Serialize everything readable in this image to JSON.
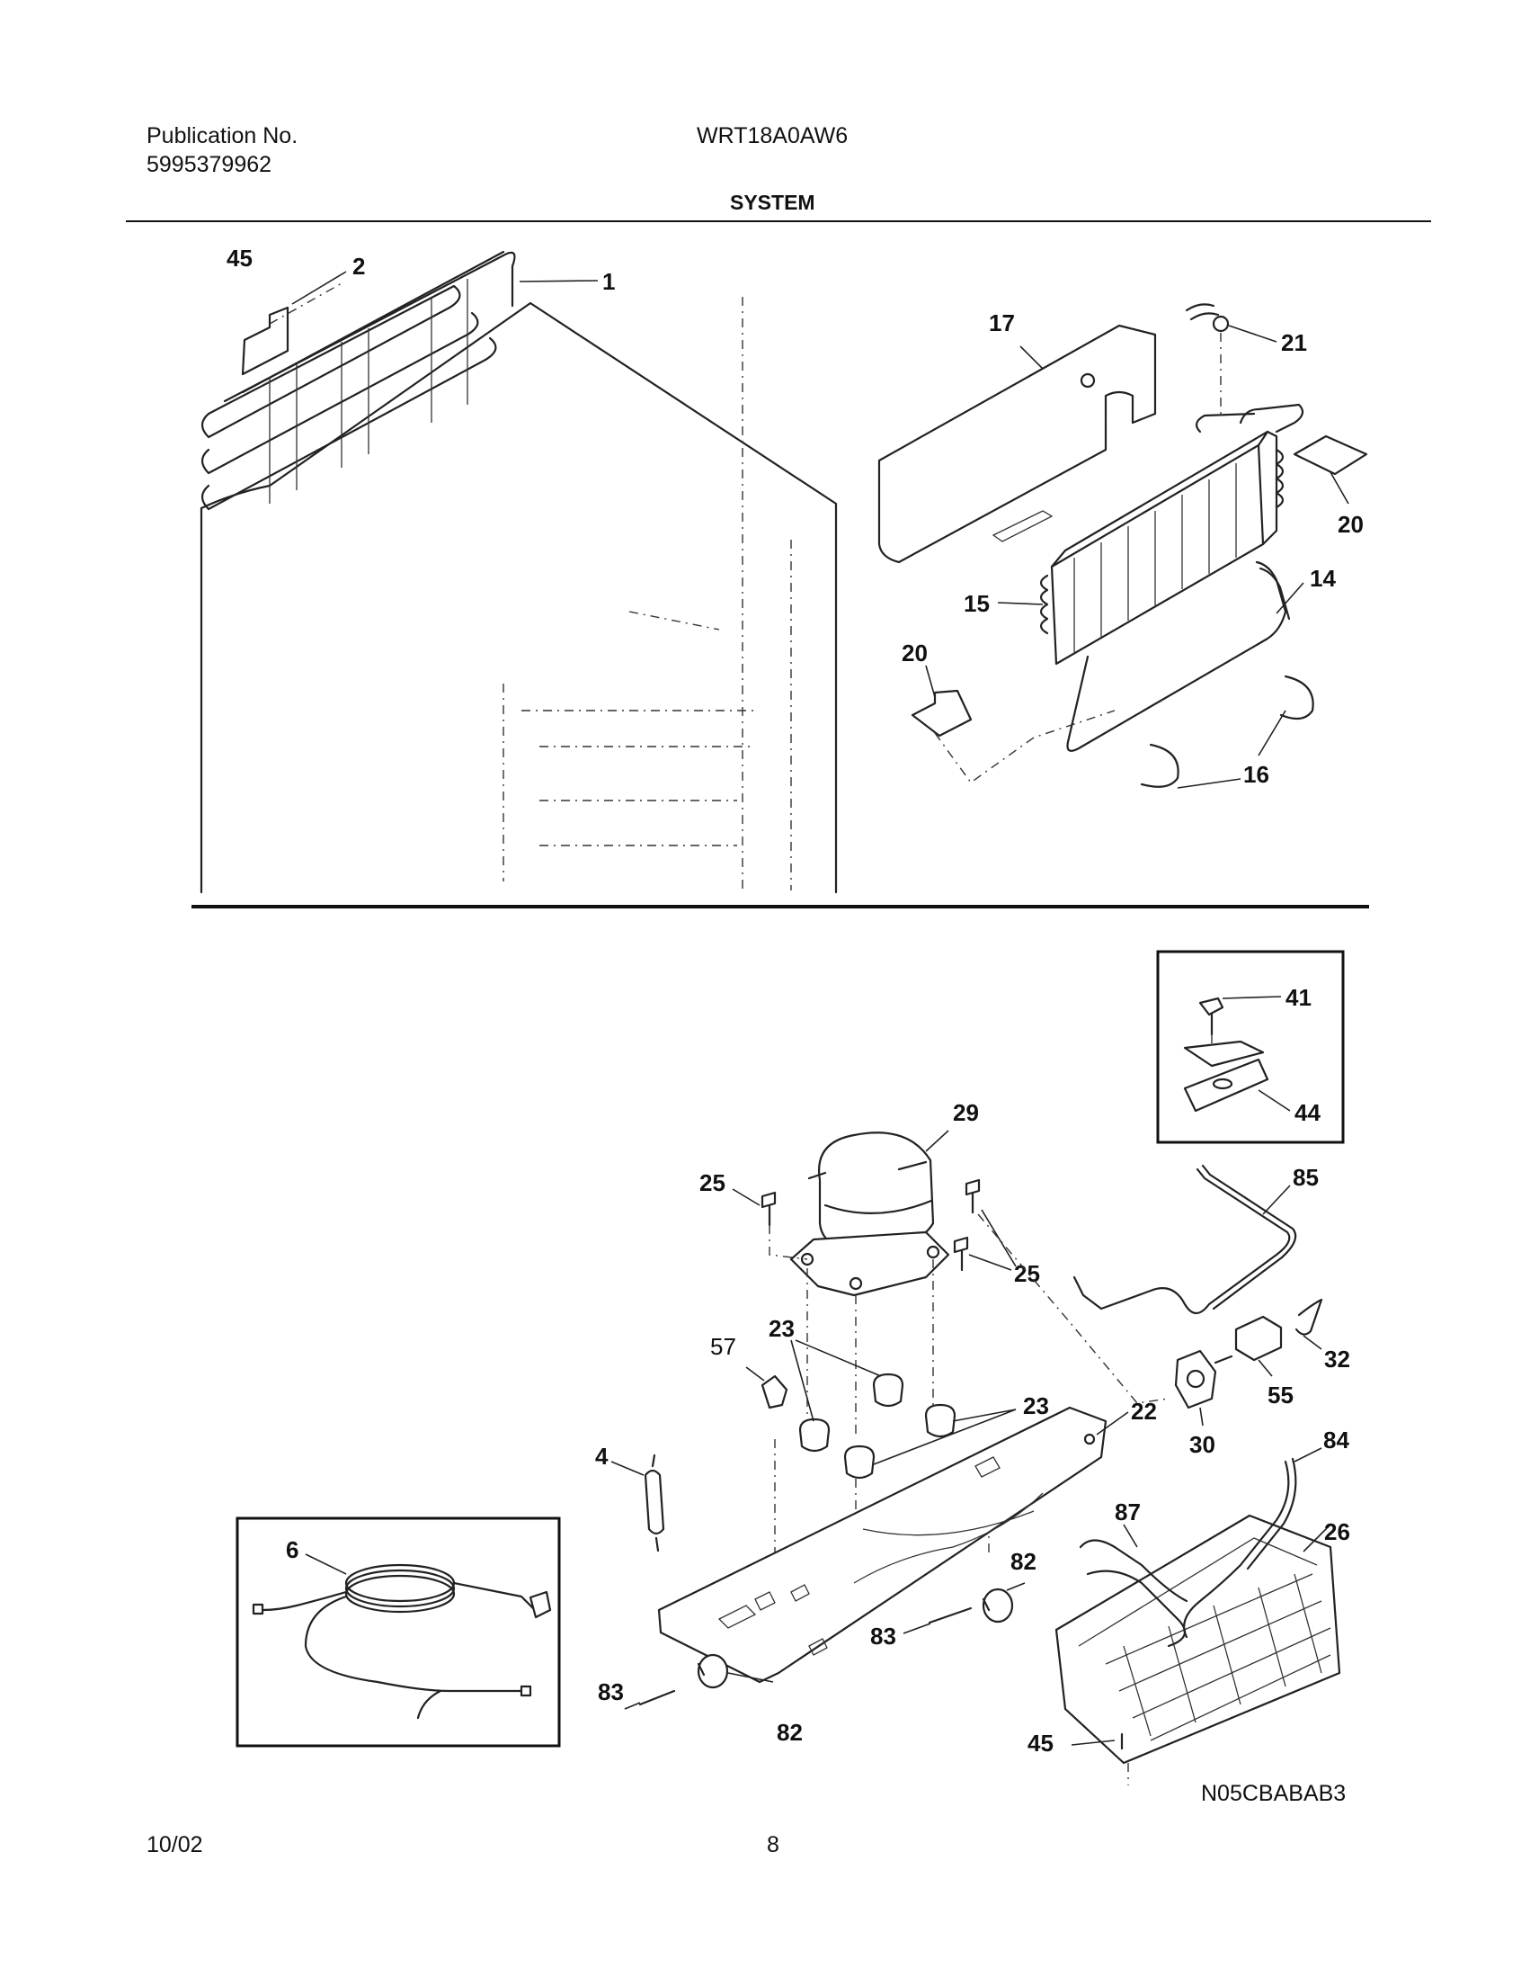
{
  "header": {
    "publication_label": "Publication No.",
    "publication_number": "5995379962",
    "model": "WRT18A0AW6",
    "section_title": "SYSTEM"
  },
  "callouts": {
    "c1": "1",
    "c2": "2",
    "c45a": "45",
    "c17": "17",
    "c21": "21",
    "c20a": "20",
    "c14": "14",
    "c15": "15",
    "c20b": "20",
    "c16": "16",
    "c41": "41",
    "c44": "44",
    "c29": "29",
    "c25a": "25",
    "c25b": "25",
    "c85": "85",
    "c23a": "23",
    "c57": "57",
    "c32": "32",
    "c55": "55",
    "c30": "30",
    "c23b": "23",
    "c4": "4",
    "c22": "22",
    "c84": "84",
    "c87": "87",
    "c26": "26",
    "c6": "6",
    "c82a": "82",
    "c83a": "83",
    "c83b": "83",
    "c82b": "82",
    "c45b": "45"
  },
  "diagram_code": "N05CBABAB3",
  "footer": {
    "date": "10/02",
    "page": "8"
  }
}
